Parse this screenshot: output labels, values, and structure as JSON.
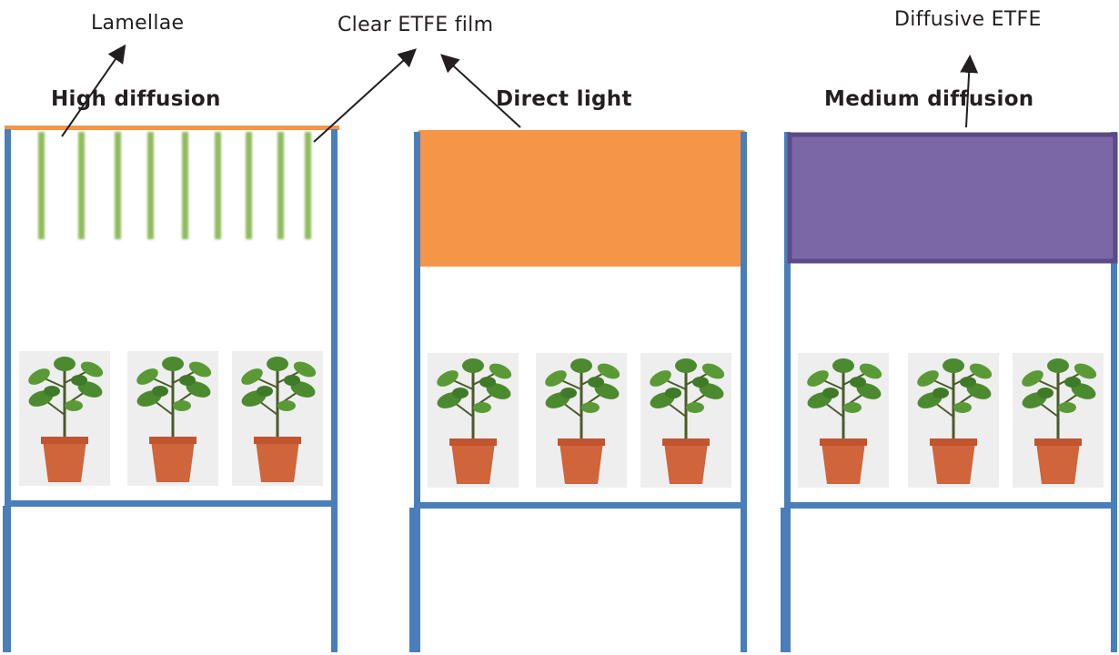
{
  "annotations": {
    "lamellae": "Lamellae",
    "clear_etfe": "Clear ETFE film",
    "diffusive_etfe": "Diffusive ETFE"
  },
  "panels": [
    {
      "title": "High diffusion",
      "cover": "lamellae",
      "plants": 3
    },
    {
      "title": "Direct light",
      "cover": "clear ETFE",
      "plants": 3
    },
    {
      "title": "Medium diffusion",
      "cover": "diffusive ETFE",
      "plants": 3
    }
  ],
  "colors": {
    "frame": "#4a7ebb",
    "lamella": "#8fbc5c",
    "clear_film": "#f59548",
    "diffusive_film": "#7b66a6",
    "diffusive_border": "#5a4a86",
    "pot": "#d0643a",
    "leaf": "#4c8a2f"
  },
  "icons": {
    "plant": "potted-tomato-plant-icon",
    "arrow": "arrow-icon"
  }
}
